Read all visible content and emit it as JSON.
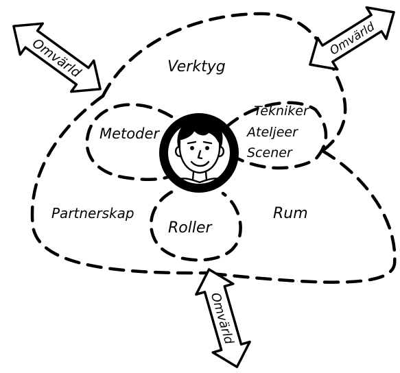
{
  "labels": {
    "verktyg": "Verktyg",
    "metoder": "Metoder",
    "tekniker": "Tekniker",
    "ateljeer": "Ateljeer",
    "scener": "Scener",
    "partnerskap": "Partnerskap",
    "roller": "Roller",
    "rum": "Rum"
  },
  "arrows": {
    "top_left": "Omvärld",
    "top_right": "Omvärld",
    "bottom": "Omvärld"
  },
  "colors": {
    "ink": "#000000",
    "background": "#ffffff"
  },
  "icons": {
    "center": "child-portrait-icon",
    "arrows": "double-headed-arrow-icon"
  }
}
